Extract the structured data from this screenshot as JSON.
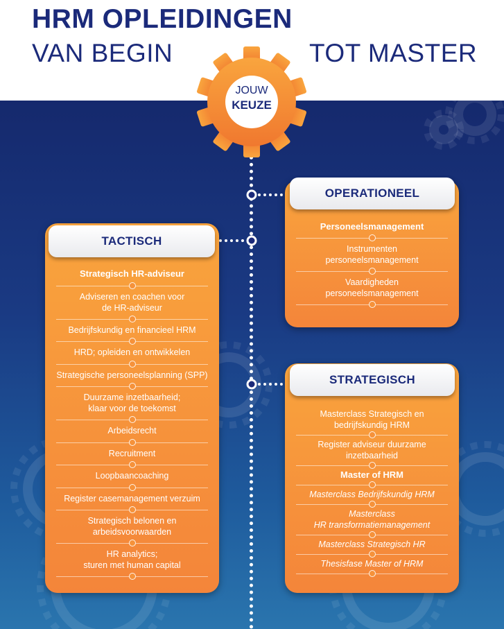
{
  "header": {
    "title": "HRM OPLEIDINGEN",
    "subtitle_left": "VAN BEGIN",
    "subtitle_right": "TOT MASTER"
  },
  "center_gear": {
    "line1": "JOUW",
    "line2": "KEUZE"
  },
  "colors": {
    "navy": "#1b2a7a",
    "orange": "#f4853a",
    "gear_orange": "#f6923a",
    "background_top": "#15296d",
    "background_bottom": "#2a75ae"
  },
  "panels": {
    "operationeel": {
      "heading": "OPERATIONEEL",
      "items": [
        {
          "label": "Personeelsmanagement",
          "style": "bold"
        },
        {
          "label": "Instrumenten\npersoneelsmanagement",
          "style": "normal"
        },
        {
          "label": "Vaardigheden\npersoneelsmanagement",
          "style": "normal"
        }
      ]
    },
    "tactisch": {
      "heading": "TACTISCH",
      "items": [
        {
          "label": "Strategisch HR-adviseur",
          "style": "bold"
        },
        {
          "label": "Adviseren en coachen voor\nde HR-adviseur",
          "style": "normal"
        },
        {
          "label": "Bedrijfskundig en financieel HRM",
          "style": "normal"
        },
        {
          "label": "HRD; opleiden en ontwikkelen",
          "style": "normal"
        },
        {
          "label": "Strategische personeelsplanning (SPP)",
          "style": "normal"
        },
        {
          "label": "Duurzame inzetbaarheid;\nklaar voor de toekomst",
          "style": "normal"
        },
        {
          "label": "Arbeidsrecht",
          "style": "normal"
        },
        {
          "label": "Recruitment",
          "style": "normal"
        },
        {
          "label": "Loopbaancoaching",
          "style": "normal"
        },
        {
          "label": "Register casemanagement verzuim",
          "style": "normal"
        },
        {
          "label": "Strategisch belonen en\narbeidsvoorwaarden",
          "style": "normal"
        },
        {
          "label": "HR analytics;\nsturen met human capital",
          "style": "normal"
        }
      ]
    },
    "strategisch": {
      "heading": "STRATEGISCH",
      "items": [
        {
          "label": "Masterclass Strategisch en\nbedrijfskundig HRM",
          "style": "normal"
        },
        {
          "label": "Register adviseur duurzame\ninzetbaarheid",
          "style": "normal"
        },
        {
          "label": "Master of HRM",
          "style": "bold"
        },
        {
          "label": "Masterclass Bedrijfskundig HRM",
          "style": "italic"
        },
        {
          "label": "Masterclass\nHR transformatiemanagement",
          "style": "italic"
        },
        {
          "label": "Masterclass Strategisch HR",
          "style": "italic"
        },
        {
          "label": "Thesisfase Master of HRM",
          "style": "italic"
        }
      ]
    }
  }
}
